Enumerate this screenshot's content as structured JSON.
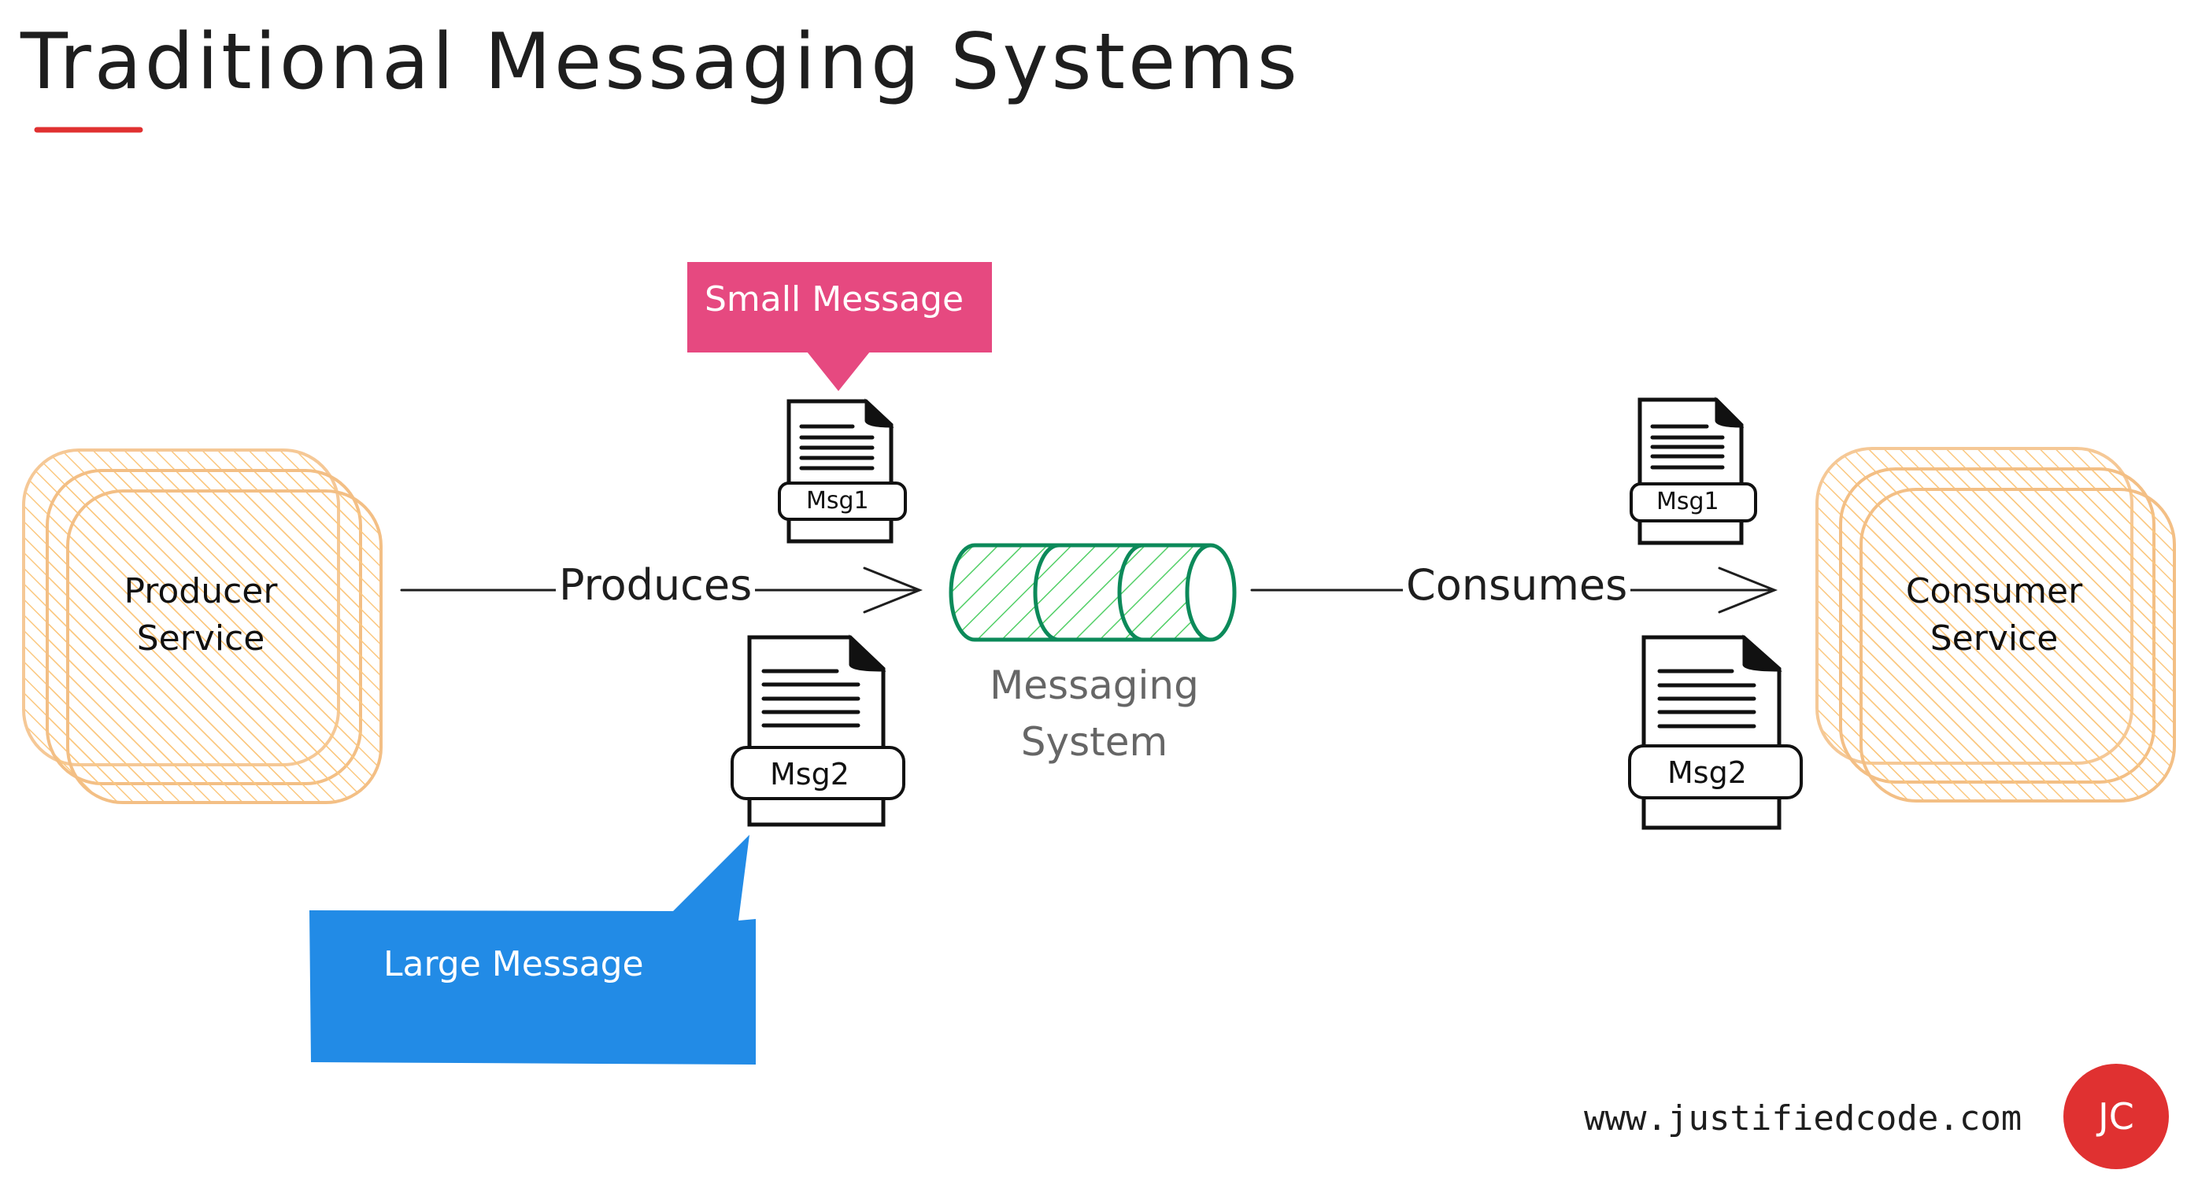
{
  "title": "Traditional Messaging Systems",
  "colors": {
    "title_underline": "#e03131",
    "service_fill": "#ffd8a8",
    "service_stroke": "#f5c38a",
    "queue_stroke": "#0c8a5a",
    "queue_hatch": "#40c057",
    "small_callout": "#e64980",
    "large_callout": "#228be6",
    "logo": "#e03131"
  },
  "producer": {
    "line1": "Producer",
    "line2": "Service"
  },
  "consumer": {
    "line1": "Consumer",
    "line2": "Service"
  },
  "edges": {
    "produces": "Produces",
    "consumes": "Consumes"
  },
  "messaging_system": {
    "line1": "Messaging",
    "line2": "System"
  },
  "messages": {
    "producer_msg1": "Msg1",
    "producer_msg2": "Msg2",
    "consumer_msg1": "Msg1",
    "consumer_msg2": "Msg2"
  },
  "callouts": {
    "small": "Small Message",
    "large": "Large Message"
  },
  "footer": {
    "url": "www.justifiedcode.com",
    "logo_text": "JC"
  }
}
